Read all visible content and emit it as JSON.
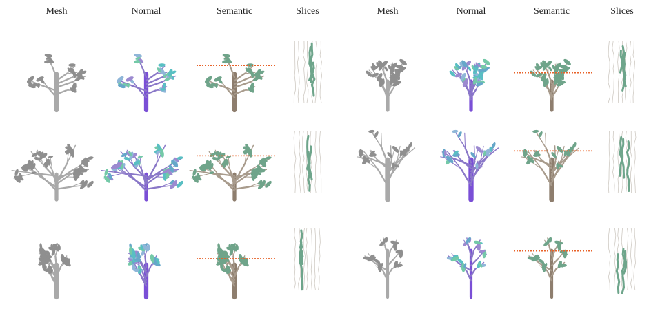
{
  "headers": [
    "Mesh",
    "Normal",
    "Semantic",
    "Slices",
    "Mesh",
    "Normal",
    "Semantic",
    "Slices"
  ],
  "colors": {
    "mesh": "#a9a9a9",
    "mesh_leaf": "#8f8f8f",
    "normal_trunk": "#7a4fd6",
    "normal_branch": "#8a78c8",
    "normal_leaves": [
      "#59bfc3",
      "#74c9a8",
      "#8fb6d8",
      "#9c8ad0",
      "#66a7c9"
    ],
    "semantic_trunk": "#8e7e6e",
    "semantic_leaf": "#6fa48a",
    "slice_line": "#e8632a",
    "slice_leaf": "#6ea58b",
    "slice_branch": "#cfcac3"
  },
  "trees": [
    {
      "id": "tree-1",
      "style": "spread",
      "seed": 11
    },
    {
      "id": "tree-2",
      "style": "narrow",
      "seed": 23
    },
    {
      "id": "tree-3",
      "style": "wide",
      "seed": 37
    },
    {
      "id": "tree-4",
      "style": "dense",
      "seed": 41
    },
    {
      "id": "tree-5",
      "style": "bushy",
      "seed": 53
    },
    {
      "id": "tree-6",
      "style": "sparse",
      "seed": 67
    }
  ]
}
